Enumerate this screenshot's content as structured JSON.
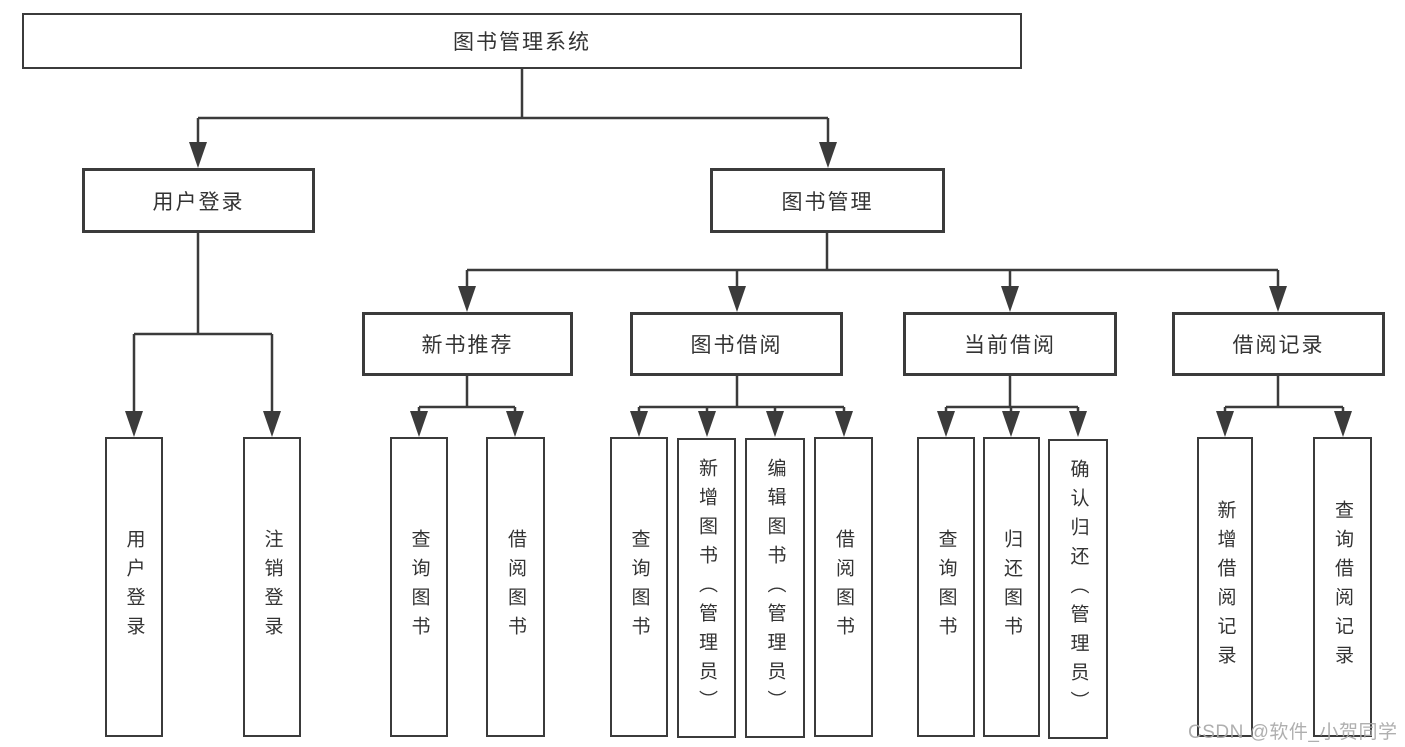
{
  "diagram": {
    "root": {
      "label": "图书管理系统"
    },
    "branches": [
      {
        "label": "用户登录",
        "children": [
          "用户登录",
          "注销登录"
        ]
      },
      {
        "label": "图书管理",
        "groups": [
          {
            "label": "新书推荐",
            "children": [
              "查询图书",
              "借阅图书"
            ]
          },
          {
            "label": "图书借阅",
            "children": [
              "查询图书",
              "新增图书（管理员）",
              "编辑图书（管理员）",
              "借阅图书"
            ]
          },
          {
            "label": "当前借阅",
            "children": [
              "查询图书",
              "归还图书",
              "确认归还（管理员）"
            ]
          },
          {
            "label": "借阅记录",
            "children": [
              "新增借阅记录",
              "查询借阅记录"
            ]
          }
        ]
      }
    ],
    "watermark": "CSDN @软件_小贺同学",
    "colors": {
      "line": "#3b3b3b",
      "text": "#333333",
      "watermark": "#a9a9a9",
      "background": "#ffffff"
    }
  }
}
